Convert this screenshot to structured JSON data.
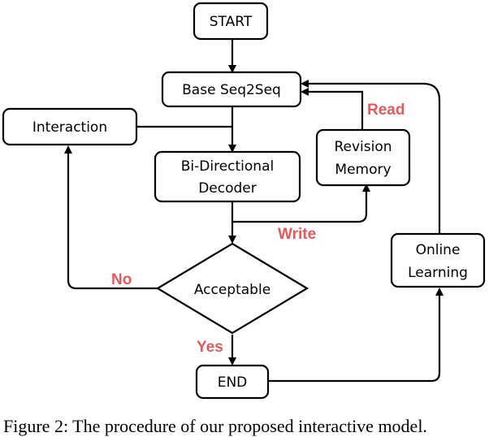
{
  "nodes": {
    "start": "START",
    "base": "Base Seq2Seq",
    "interaction": "Interaction",
    "revision_line1": "Revision",
    "revision_line2": "Memory",
    "decoder_line1": "Bi-Directional",
    "decoder_line2": "Decoder",
    "online_line1": "Online",
    "online_line2": "Learning",
    "decision": "Acceptable",
    "end": "END"
  },
  "edge_labels": {
    "read": "Read",
    "write": "Write",
    "no": "No",
    "yes": "Yes"
  },
  "caption": "Figure 2:  The procedure of our proposed interactive model.",
  "colors": {
    "label": "#e8585a",
    "stroke": "#000000"
  }
}
